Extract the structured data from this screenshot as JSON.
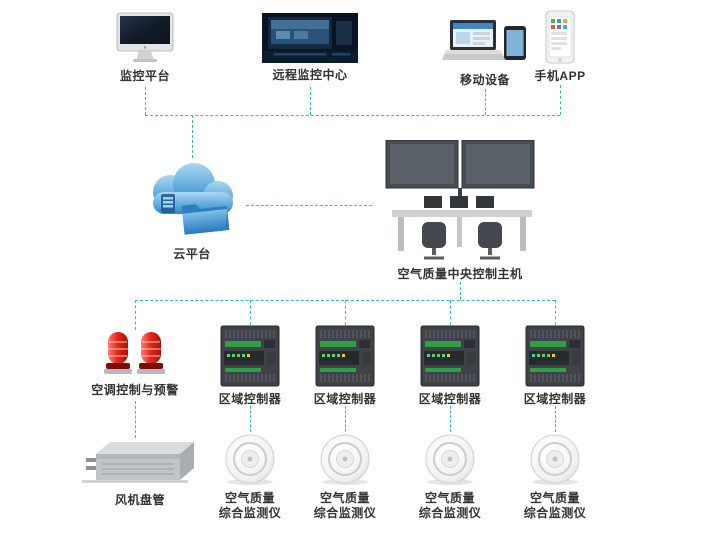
{
  "top_row": [
    {
      "label": "监控平台",
      "icon": "imac-icon"
    },
    {
      "label": "远程监控中心",
      "icon": "control-room-icon"
    },
    {
      "label": "移动设备",
      "icon": "laptop-tablet-icon"
    },
    {
      "label": "手机APP",
      "icon": "smartphone-icon"
    }
  ],
  "cloud": {
    "label": "云平台"
  },
  "host": {
    "label": "空气质量中央控制主机"
  },
  "alarm": {
    "label": "空调控制与预警"
  },
  "controllers": [
    {
      "label": "区域控制器"
    },
    {
      "label": "区域控制器"
    },
    {
      "label": "区域控制器"
    },
    {
      "label": "区域控制器"
    }
  ],
  "fan_coil": {
    "label": "风机盘管"
  },
  "monitors": [
    {
      "line1": "空气质量",
      "line2": "综合监测仪"
    },
    {
      "line1": "空气质量",
      "line2": "综合监测仪"
    },
    {
      "line1": "空气质量",
      "line2": "综合监测仪"
    },
    {
      "line1": "空气质量",
      "line2": "综合监测仪"
    }
  ],
  "colors": {
    "connector": "#3ab7c9",
    "label_text": "#333333",
    "cloud_blue": "#2f86c8",
    "alarm_red": "#e8281c"
  }
}
